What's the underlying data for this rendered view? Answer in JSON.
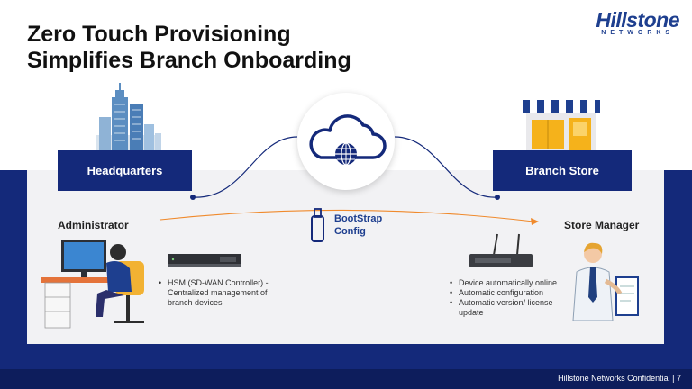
{
  "slide": {
    "title_line1": "Zero Touch Provisioning",
    "title_line2": "Simplifies Branch Onboarding",
    "page_number": "7",
    "footer_text": "Hillstone Networks Confidential | 7"
  },
  "logo": {
    "main": "Hillstone",
    "sub": "NETWORKS"
  },
  "nodes": {
    "headquarters": "Headquarters",
    "branch_store": "Branch Store"
  },
  "roles": {
    "administrator": "Administrator",
    "store_manager": "Store Manager"
  },
  "bootstrap": {
    "line1": "BootStrap",
    "line2": "Config"
  },
  "hsm_bullets": [
    "HSM (SD-WAN Controller) - Centralized management of branch devices"
  ],
  "branch_bullets": [
    "Device automatically online",
    "Automatic configuration",
    "Automatic version/ license update"
  ],
  "colors": {
    "navy": "#14297a",
    "footer": "#0d1d5c",
    "panel": "#f2f2f4",
    "arrow": "#f08a2c",
    "awning_blue": "#1e3f8f",
    "shop_yellow": "#f5b21b",
    "chair": "#f2b233"
  },
  "icons": [
    "office-building-icon",
    "cloud-globe-icon",
    "shop-icon",
    "usb-stick-icon",
    "controller-device-icon",
    "router-icon",
    "administrator-figure",
    "store-manager-figure"
  ]
}
